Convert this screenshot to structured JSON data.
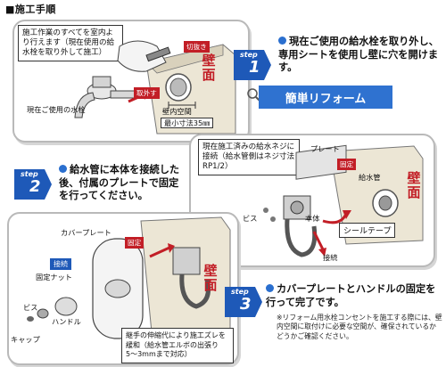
{
  "page_title": "■施工手順",
  "step_word": "step",
  "steps": [
    {
      "num": "1",
      "desc": "現在ご使用の給水栓を取り外し、専用シートを使用し壁に穴を開けます。"
    },
    {
      "num": "2",
      "desc": "給水管に本体を接続した後、付属のプレートで固定を行ってください。"
    },
    {
      "num": "3",
      "desc": "カバープレートとハンドルの固定を行って完了です。"
    }
  ],
  "panel1": {
    "note": "施工作業のすべてを室内より行えます（現在使用の給水栓を取り外して施工）",
    "label_faucet": "現在ご使用の水栓",
    "tag_remove": "取外す",
    "tag_cut": "切抜き",
    "wall": "壁面",
    "label_wall_space": "壁内空間",
    "label_min": "最小寸法35㎜"
  },
  "reform_button": "簡単リフォーム",
  "panel2": {
    "note": "現在施工済みの給水ネジに接続（給水管側はネジ寸法RP1/2）",
    "label_plate": "プレート",
    "tag_fix": "固定",
    "label_pipe": "給水管",
    "wall": "壁面",
    "label_screw": "ビス",
    "label_body": "本体",
    "seal_tape": "シールテープ",
    "label_connect": "接続"
  },
  "panel3": {
    "label_cover": "カバープレート",
    "tag_fix": "固定",
    "connect_box": "接続",
    "label_nut": "固定ナット",
    "wall": "壁面",
    "label_screw": "ビス",
    "label_handle": "ハンドル",
    "label_cap": "キャップ",
    "note": "継手の伸縮代により施工ズレを緩和（給水管エルボの出張り5〜3mmまで対応）"
  },
  "footnote": "※リフォーム用水栓コンセントを施工する際には、壁内空間に取付けに必要な空間が、確保されているかどうかご確認ください。",
  "colors": {
    "accent_blue": "#2a6fcf",
    "accent_red": "#c21e26",
    "step_blue": "#1e59b8"
  }
}
